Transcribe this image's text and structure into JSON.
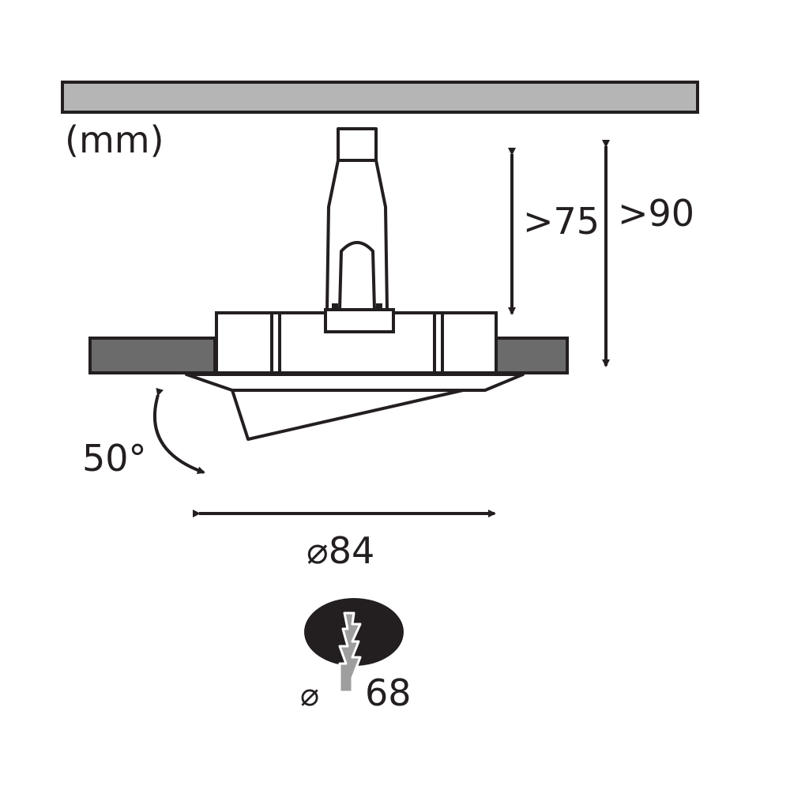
{
  "units_label": "(mm)",
  "dimensions": {
    "clearance_min": ">75",
    "depth_min": ">90",
    "tilt_angle": "50°",
    "outer_diameter": "⌀84",
    "cutout_symbol": "⌀",
    "cutout_diameter": "68"
  },
  "colors": {
    "ceiling_panel": "#b5b5b5",
    "flange": "#6b6b6b",
    "line": "#231f20",
    "cutout_hole": "#231f20"
  },
  "icons": {
    "ceiling": "ceiling-panel-icon",
    "spring_clip": "spring-clip-icon",
    "cutout": "ceiling-cutout-hole-icon"
  }
}
